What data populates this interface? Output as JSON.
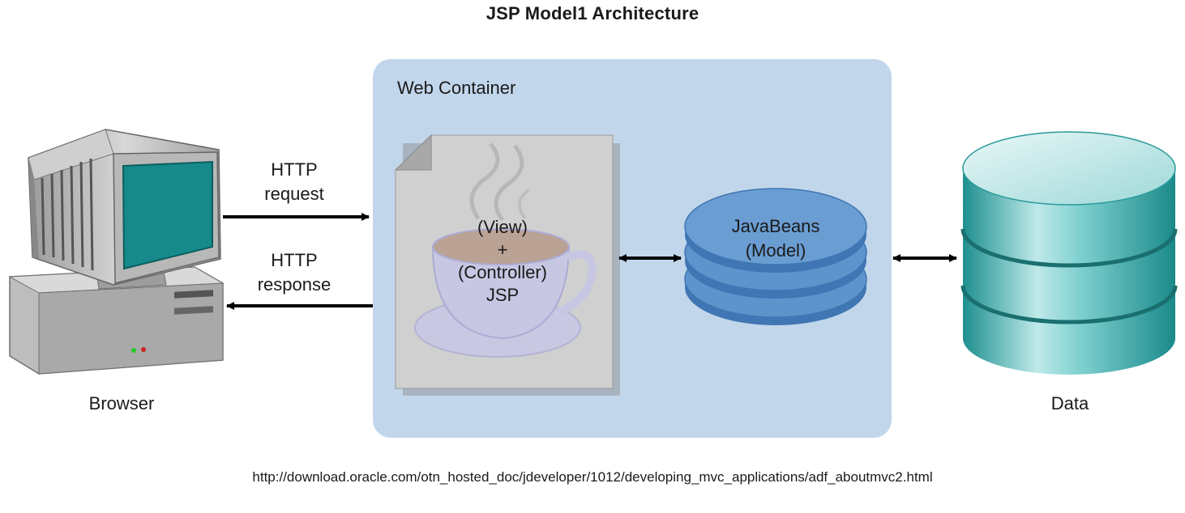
{
  "title": "JSP Model1 Architecture",
  "container_label": "Web Container",
  "browser_label": "Browser",
  "data_label": "Data",
  "http_request": [
    "HTTP",
    "request"
  ],
  "http_response": [
    "HTTP",
    "response"
  ],
  "jsp": [
    "(View)",
    "+",
    "(Controller)",
    "JSP"
  ],
  "javabeans": [
    "JavaBeans",
    "(Model)"
  ],
  "source_url": "http://download.oracle.com/otn_hosted_doc/jdeveloper/1012/developing_mvc_applications/adf_aboutmvc2.html",
  "colors": {
    "container": "#c2d6eb",
    "bean": "#5e93cc",
    "database": "#3aa8a8",
    "document": "#d0d0d0",
    "monitor_screen": "#168a8a"
  },
  "icons": [
    "computer-icon",
    "jsp-document-icon",
    "coffee-cup-icon",
    "javabeans-stack-icon",
    "database-icon"
  ]
}
